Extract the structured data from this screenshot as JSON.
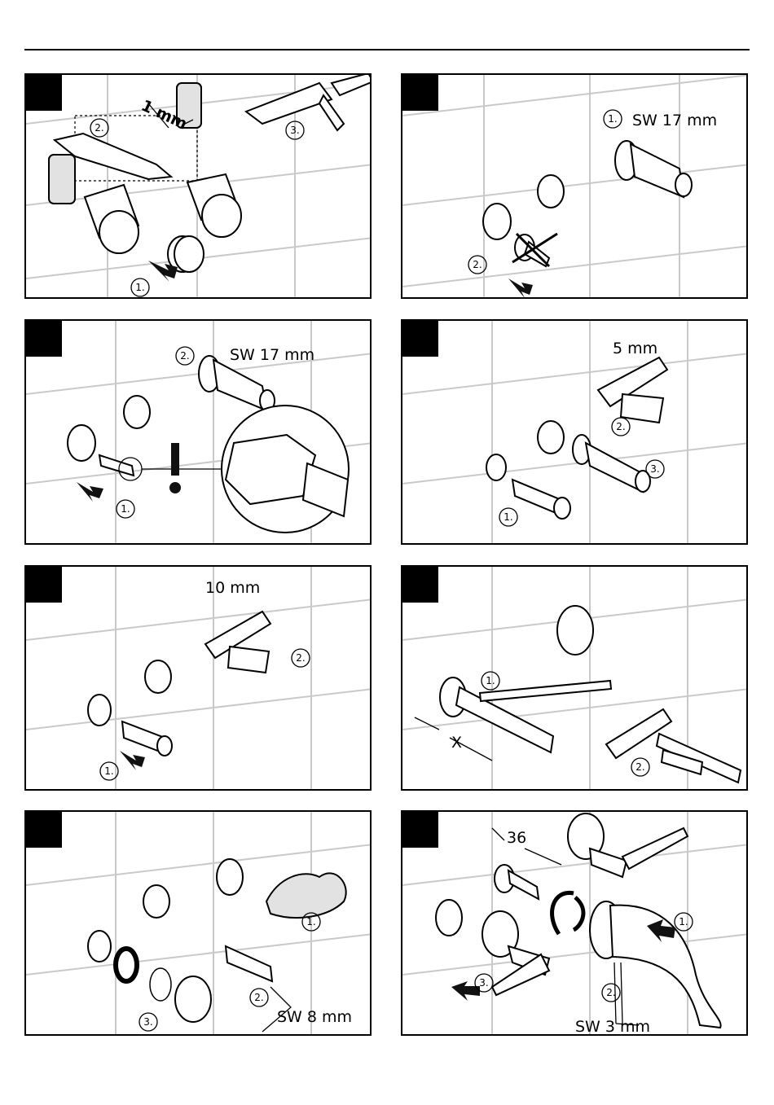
{
  "panels": [
    {
      "id": 1,
      "labels": {
        "dim": "1 mm",
        "n1": "1.",
        "n2": "2.",
        "n3": "3."
      }
    },
    {
      "id": 2,
      "labels": {
        "n1": "1.",
        "n2": "2.",
        "wrench": "SW 17 mm"
      }
    },
    {
      "id": 3,
      "labels": {
        "n1": "1.",
        "n2": "2.",
        "wrench": "SW 17 mm"
      }
    },
    {
      "id": 4,
      "labels": {
        "dim": "5 mm",
        "n1": "1.",
        "n2": "2.",
        "n3": "3."
      }
    },
    {
      "id": 5,
      "labels": {
        "dim": "10 mm",
        "n1": "1.",
        "n2": "2."
      }
    },
    {
      "id": 6,
      "labels": {
        "n1": "1.",
        "n2": "2.",
        "x": "X"
      }
    },
    {
      "id": 7,
      "labels": {
        "n1": "1.",
        "n2": "2.",
        "n3": "3.",
        "wrench": "SW 8 mm"
      }
    },
    {
      "id": 8,
      "labels": {
        "n1": "1.",
        "n2": "2.",
        "n3": "3.",
        "dim": "36",
        "wrench": "SW 3 mm"
      }
    }
  ],
  "icons": {
    "step_marker": "black-square",
    "warning": "exclamation-icon",
    "direction": "arrow-icon",
    "prohibited": "cross-out-icon"
  }
}
